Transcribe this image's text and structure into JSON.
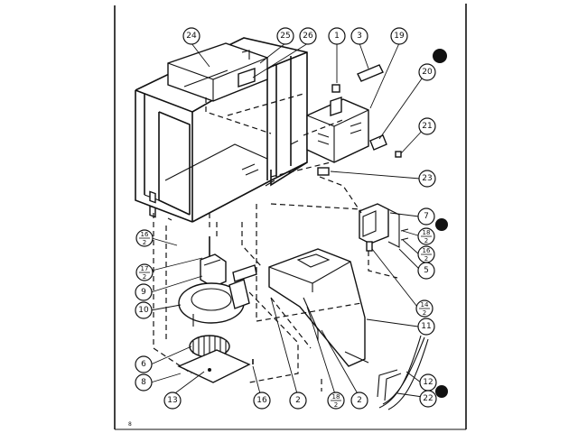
{
  "callouts": {
    "c24": "24",
    "c25": "25",
    "c26": "26",
    "c1": "1",
    "c3": "3",
    "c19": "19",
    "c20": "20",
    "c21": "21",
    "c23": "23",
    "c7": "7",
    "c18": {
      "num": "18",
      "den": "2"
    },
    "c16a": {
      "num": "16",
      "den": "2"
    },
    "c5": "5",
    "c14": {
      "num": "14",
      "den": "2"
    },
    "c11": "11",
    "c16b": {
      "num": "16",
      "den": "2"
    },
    "c17": {
      "num": "17",
      "den": "2"
    },
    "c9": "9",
    "c10": "10",
    "c6": "6",
    "c8": "8",
    "c13": "13",
    "c16c": "16",
    "c2a": "2",
    "c18b": {
      "num": "18",
      "den": "2"
    },
    "c2b": "2",
    "c12": "12",
    "c22": "22"
  },
  "corner_mark": "8"
}
